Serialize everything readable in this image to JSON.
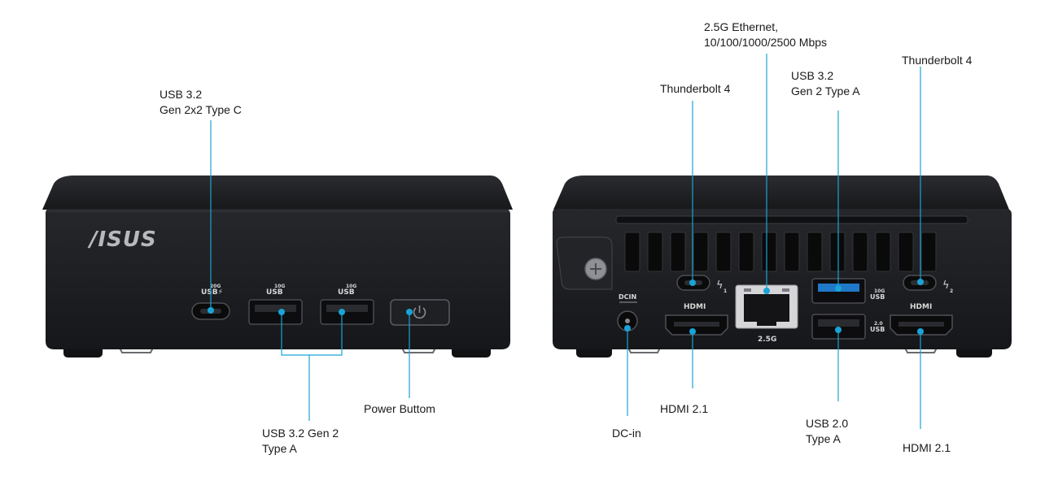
{
  "colors": {
    "callout_line": "#1aa3d6",
    "callout_dot": "#1aa3d6",
    "chassis": "#1c1d20",
    "label_text": "#1a1a1a"
  },
  "front": {
    "logo": "/ISUS",
    "ports": {
      "usbc_top": "20G",
      "usbc_bottom": "USB⚡",
      "usba1_top": "10G",
      "usba1_bottom": "USB",
      "usba2_top": "10G",
      "usba2_bottom": "USB"
    },
    "labels": {
      "usb_c": [
        "USB 3.2",
        "Gen 2x2 Type C"
      ],
      "usb_a": [
        "USB 3.2 Gen 2",
        "Type A"
      ],
      "power": [
        "Power Buttom"
      ]
    }
  },
  "rear": {
    "ports": {
      "dcin": "DCIN",
      "hdmi_left": "HDMI",
      "hdmi_right": "HDMI",
      "eth": "2.5G",
      "usb3_top": "10G",
      "usb3_bottom": "USB",
      "usb2_top": "2.0",
      "usb2_bottom": "USB",
      "tb1_index": "1",
      "tb2_index": "2"
    },
    "labels": {
      "ethernet": [
        "2.5G Ethernet,",
        "10/100/1000/2500 Mbps"
      ],
      "tb_left": [
        "Thunderbolt 4"
      ],
      "usb32": [
        "USB 3.2",
        "Gen 2 Type A"
      ],
      "tb_right": [
        "Thunderbolt 4"
      ],
      "dcin": [
        "DC-in"
      ],
      "hdmi_left": [
        "HDMI 2.1"
      ],
      "usb20": [
        "USB 2.0",
        "Type A"
      ],
      "hdmi_right": [
        "HDMI 2.1"
      ]
    }
  }
}
